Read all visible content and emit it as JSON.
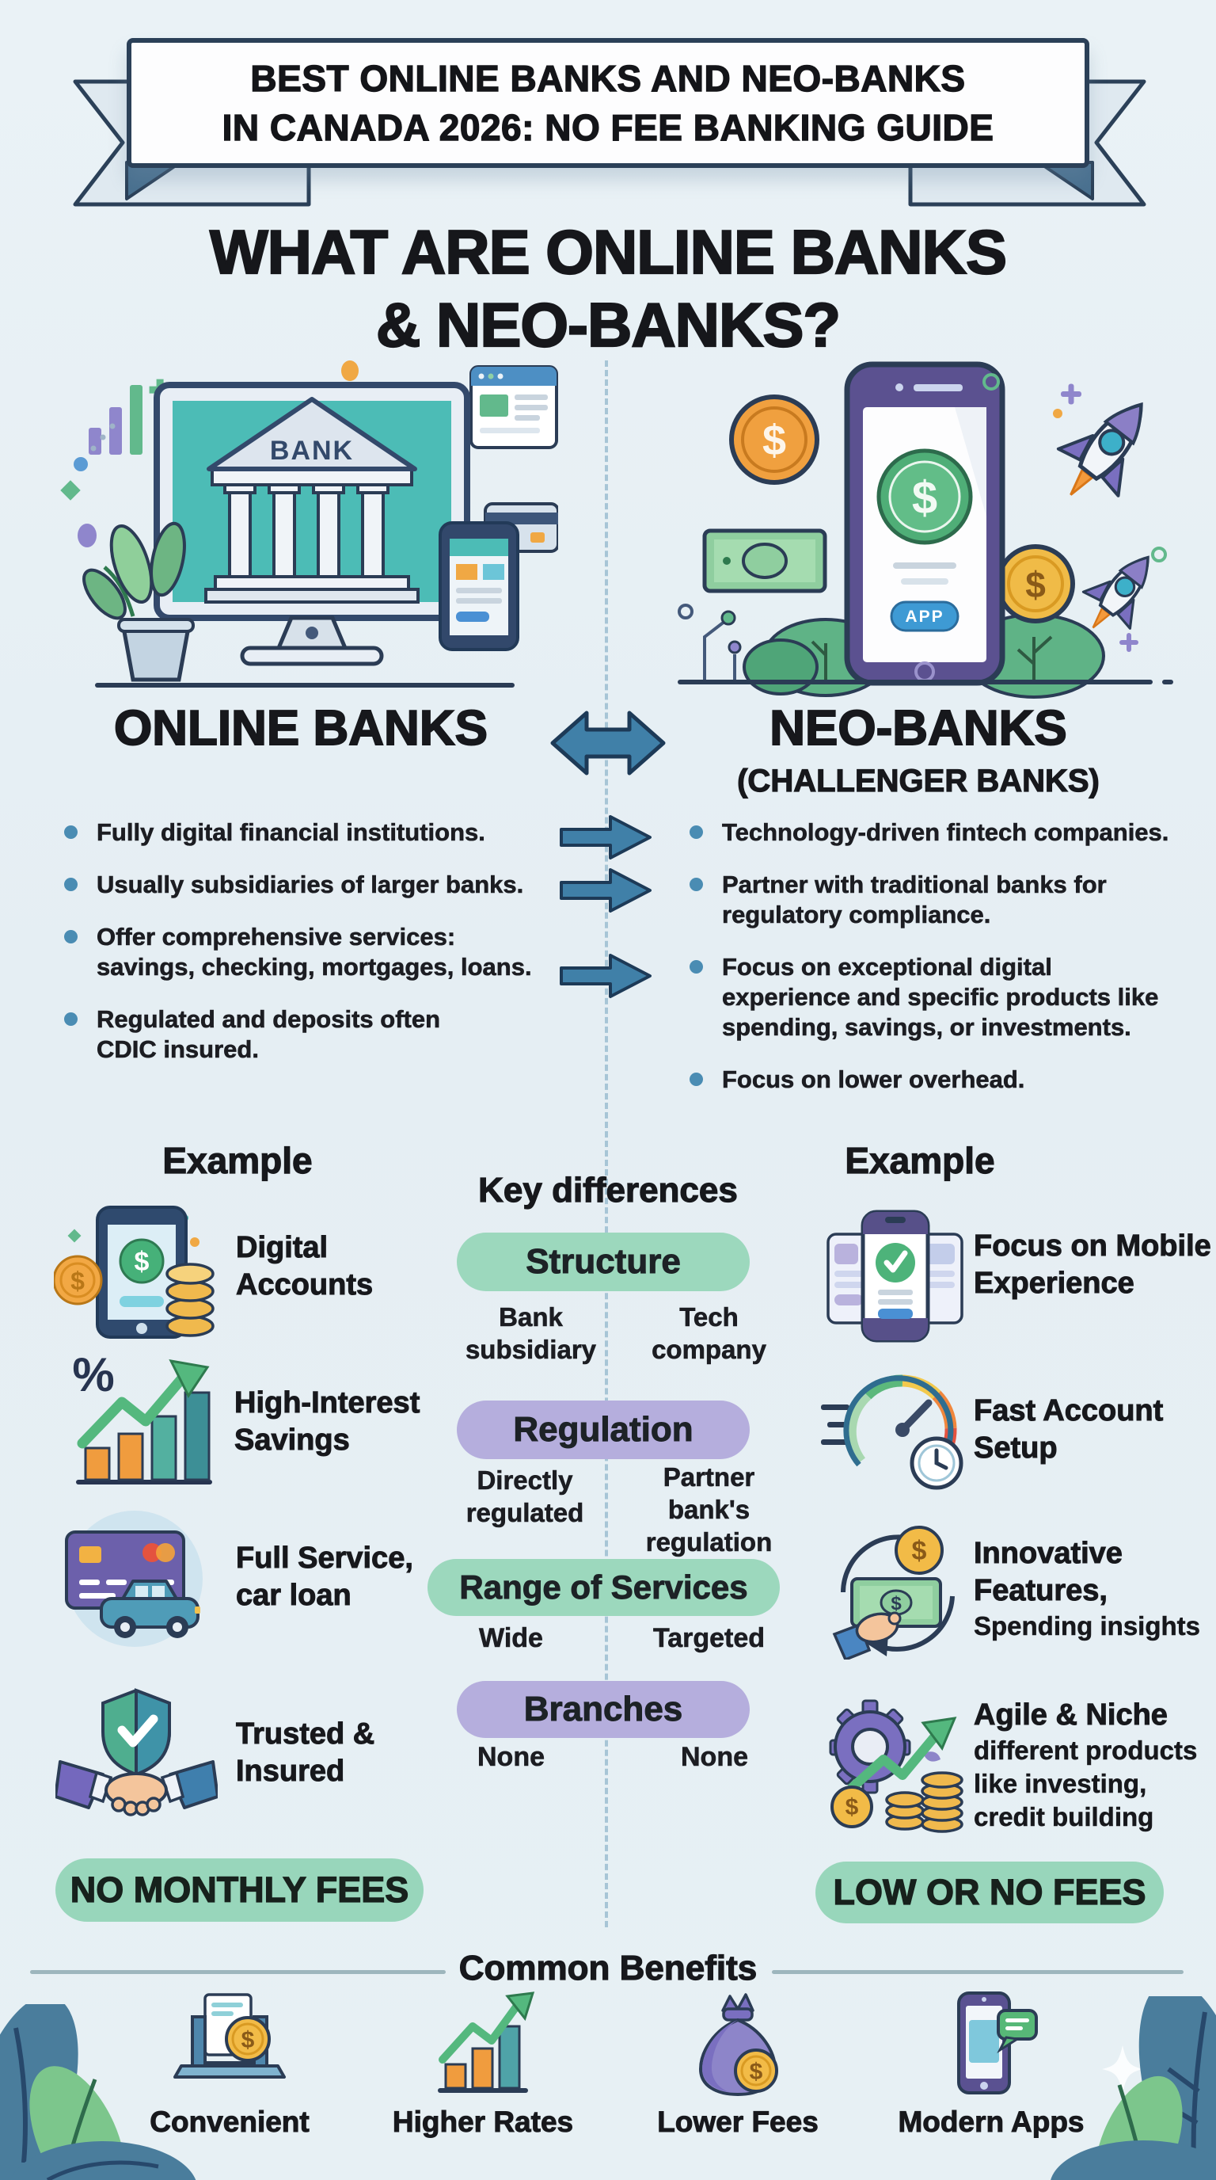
{
  "banner": {
    "line1": "BEST ONLINE BANKS AND NEO-BANKS",
    "line2": "IN CANADA 2026: NO FEE BANKING GUIDE"
  },
  "title": {
    "line1": "WHAT ARE ONLINE BANKS",
    "line2": "& NEO-BANKS?"
  },
  "symbols": {
    "dollar": "$",
    "percent": "%",
    "bank": "BANK",
    "app": "APP"
  },
  "online_banks": {
    "heading": "ONLINE BANKS",
    "bullets": [
      [
        "Fully digital financial institutions."
      ],
      [
        "Usually subsidiaries of larger banks."
      ],
      [
        "Offer comprehensive services:",
        "savings, checking, mortgages, loans."
      ],
      [
        "Regulated and deposits often",
        "CDIC insured."
      ]
    ]
  },
  "neo_banks": {
    "heading": "NEO-BANKS",
    "subheading": "(CHALLENGER BANKS)",
    "bullets": [
      [
        "Technology-driven fintech companies."
      ],
      [
        "Partner with traditional banks for",
        "regulatory compliance."
      ],
      [
        "Focus on exceptional digital",
        "experience and specific products like",
        "spending, savings, or investments."
      ],
      [
        "Focus on lower overhead."
      ]
    ]
  },
  "examples_left": {
    "heading": "Example",
    "items": [
      {
        "icon": "phone-coins-icon",
        "label": [
          "Digital",
          "Accounts"
        ]
      },
      {
        "icon": "percent-growth-icon",
        "label": [
          "High-Interest",
          "Savings"
        ]
      },
      {
        "icon": "card-car-icon",
        "label": [
          "Full Service,",
          "car loan"
        ]
      },
      {
        "icon": "shield-handshake-icon",
        "label": [
          "Trusted &",
          "Insured"
        ]
      }
    ],
    "badge": "NO MONTHLY FEES"
  },
  "key_differences": {
    "heading": "Key differences",
    "rows": [
      {
        "label": "Structure",
        "color": "green",
        "left": [
          "Bank",
          "subsidiary"
        ],
        "right": [
          "Tech",
          "company"
        ]
      },
      {
        "label": "Regulation",
        "color": "purple",
        "left": [
          "Directly",
          "regulated"
        ],
        "right": [
          "Partner",
          "bank's",
          "regulation"
        ]
      },
      {
        "label": "Range of Services",
        "color": "green",
        "left": [
          "Wide"
        ],
        "right": [
          "Targeted"
        ]
      },
      {
        "label": "Branches",
        "color": "purple",
        "left": [
          "None"
        ],
        "right": [
          "None"
        ]
      }
    ]
  },
  "examples_right": {
    "heading": "Example",
    "items": [
      {
        "icon": "mobile-experience-icon",
        "label": [
          "Focus on Mobile",
          "Experience"
        ],
        "sublabel": []
      },
      {
        "icon": "speedometer-icon",
        "label": [
          "Fast Account",
          "Setup"
        ],
        "sublabel": []
      },
      {
        "icon": "hand-money-icon",
        "label": [
          "Innovative",
          "Features,"
        ],
        "sublabel": [
          "Spending insights"
        ]
      },
      {
        "icon": "gear-growth-icon",
        "label": [
          "Agile & Niche"
        ],
        "sublabel": [
          "different products",
          "like investing,",
          "credit building"
        ]
      }
    ],
    "badge": "LOW OR NO FEES"
  },
  "common_benefits": {
    "heading": "Common Benefits",
    "items": [
      {
        "icon": "laptop-coin-icon",
        "label": "Convenient"
      },
      {
        "icon": "chart-up-icon",
        "label": "Higher Rates"
      },
      {
        "icon": "money-bag-icon",
        "label": "Lower Fees"
      },
      {
        "icon": "phone-chat-icon",
        "label": "Modern Apps"
      }
    ]
  },
  "colors": {
    "background": "#e7eff4",
    "outline_navy": "#2b3c55",
    "arrow_blue": "#4080a8",
    "bullet_blue": "#4a8cb3",
    "pill_green": "#9cd8bd",
    "pill_purple": "#b5aedd",
    "badge_green": "#98d6bb",
    "coin_gold": "#f0b947",
    "leaf_green": "#7cc68c",
    "leaf_blue": "#4a7d9c"
  }
}
